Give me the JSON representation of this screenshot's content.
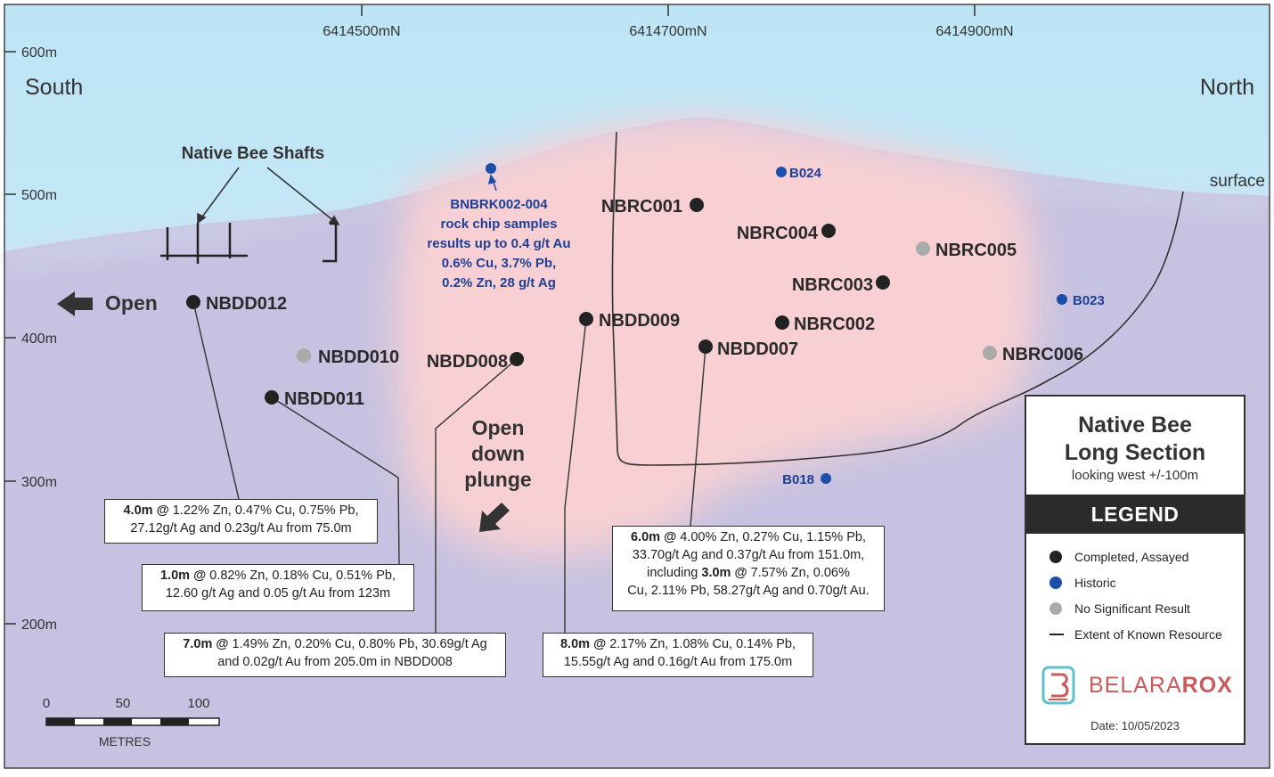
{
  "northings": [
    "6414500mN",
    "6414700mN",
    "6414900mN"
  ],
  "elevations": [
    "600m",
    "500m",
    "400m",
    "300m",
    "200m"
  ],
  "directions": {
    "south": "South",
    "north": "North"
  },
  "surface_label": "surface",
  "shafts_label": "Native Bee Shafts",
  "open_label": "Open",
  "open_down_plunge": [
    "Open",
    "down",
    "plunge"
  ],
  "rock_chip": {
    "id": "BNBRK002-004",
    "lines": [
      "rock chip samples",
      "results up to 0.4 g/t Au",
      "0.6% Cu, 3.7% Pb,",
      "0.2% Zn, 28 g/t Ag"
    ]
  },
  "holes": [
    {
      "id": "NBRC001",
      "status": "completed"
    },
    {
      "id": "NBRC004",
      "status": "completed"
    },
    {
      "id": "NBRC005",
      "status": "nsr"
    },
    {
      "id": "NBRC003",
      "status": "completed"
    },
    {
      "id": "NBRC002",
      "status": "completed"
    },
    {
      "id": "NBDD007",
      "status": "completed"
    },
    {
      "id": "NBDD009",
      "status": "completed"
    },
    {
      "id": "NBDD008",
      "status": "completed"
    },
    {
      "id": "NBDD012",
      "status": "completed"
    },
    {
      "id": "NBDD010",
      "status": "nsr"
    },
    {
      "id": "NBDD011",
      "status": "completed"
    },
    {
      "id": "NBRC006",
      "status": "nsr"
    }
  ],
  "historic": [
    "B024",
    "B023",
    "B018"
  ],
  "callouts": [
    {
      "head": "4.0m @",
      "l1": " 1.22% Zn, 0.47% Cu, 0.75% Pb,",
      "l2": "27.12g/t Ag and 0.23g/t Au from 75.0m"
    },
    {
      "head": "1.0m @",
      "l1": " 0.82% Zn, 0.18% Cu, 0.51% Pb,",
      "l2": "12.60 g/t Ag and 0.05 g/t Au from 123m"
    },
    {
      "head": "7.0m @",
      "l1": " 1.49% Zn, 0.20% Cu, 0.80% Pb, 30.69g/t Ag",
      "l2": "and 0.02g/t Au from 205.0m in NBDD008"
    },
    {
      "head": "8.0m @",
      "l1": " 2.17% Zn, 1.08% Cu, 0.14% Pb,",
      "l2": "15.55g/t Ag and 0.16g/t Au from 175.0m"
    },
    {
      "head": "6.0m @",
      "l1": " 4.00% Zn, 0.27% Cu, 1.15% Pb,",
      "l2": "33.70g/t Ag and 0.37g/t Au from 151.0m,",
      "l3a": "including ",
      "l3b": "3.0m @",
      "l3c": " 7.57% Zn, 0.06%",
      "l4": "Cu, 2.11% Pb, 58.27g/t Ag and 0.70g/t Au."
    }
  ],
  "scale": {
    "ticks": [
      "0",
      "50",
      "100"
    ],
    "unit": "METRES"
  },
  "legend": {
    "title1": "Native Bee",
    "title2": "Long Section",
    "subtitle": "looking west +/-100m",
    "header": "LEGEND",
    "items": [
      {
        "label": "Completed, Assayed",
        "color": "#222222"
      },
      {
        "label": "Historic",
        "color": "#1f4ea8"
      },
      {
        "label": "No Significant Result",
        "color": "#aaaaaa"
      },
      {
        "label": "Extent of Known Resource",
        "color": "#222222"
      }
    ],
    "logo_main": "BELARA",
    "logo_accent": "ROX",
    "date": "Date: 10/05/2023"
  },
  "colors": {
    "sky": "#c5e8f6",
    "ground": "#c7c3e2",
    "resource": "#f7d3d5",
    "completed": "#222222",
    "historic": "#1f4ea8",
    "nsr": "#aaaaaa"
  }
}
